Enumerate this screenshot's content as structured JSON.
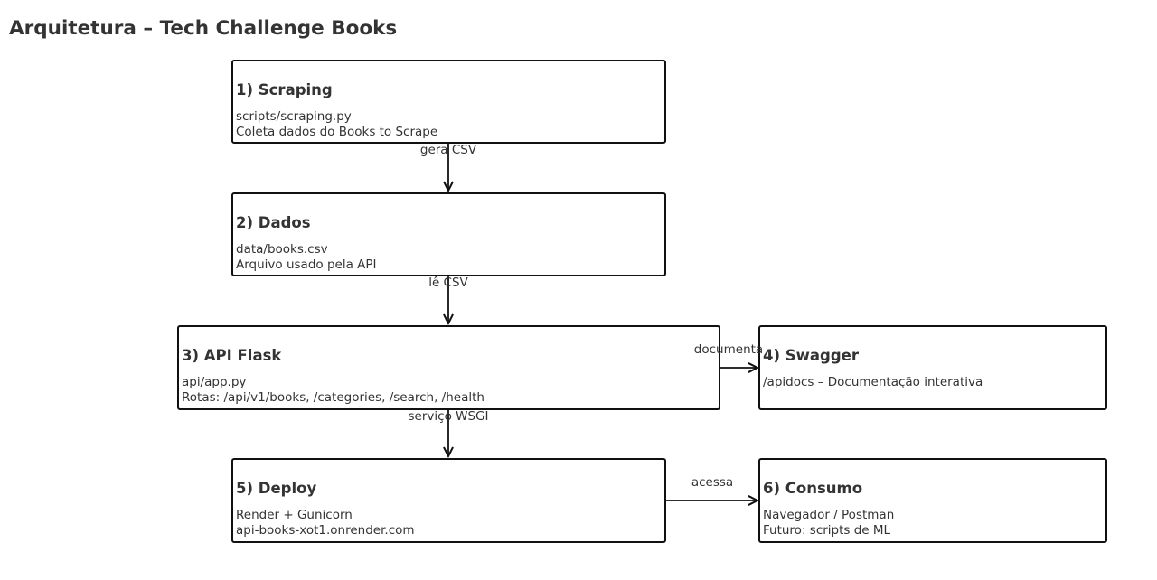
{
  "title": "Arquitetura – Tech Challenge Books",
  "nodes": {
    "scraping": {
      "heading": "1) Scraping",
      "lines": [
        "scripts/scraping.py",
        "Coleta dados do Books to Scrape"
      ]
    },
    "dados": {
      "heading": "2) Dados",
      "lines": [
        "data/books.csv",
        "Arquivo usado pela API"
      ]
    },
    "api": {
      "heading": "3) API Flask",
      "lines": [
        "api/app.py",
        "Rotas: /api/v1/books, /categories, /search, /health"
      ]
    },
    "swagger": {
      "heading": "4) Swagger",
      "lines": [
        "/apidocs – Documentação interativa"
      ]
    },
    "deploy": {
      "heading": "5) Deploy",
      "lines": [
        "Render + Gunicorn",
        "api-books-xot1.onrender.com"
      ]
    },
    "consumo": {
      "heading": "6) Consumo",
      "lines": [
        "Navegador / Postman",
        "Futuro: scripts de ML"
      ]
    }
  },
  "edges": {
    "scraping_dados": "gera CSV",
    "dados_api": "lê CSV",
    "api_swagger": "documenta",
    "api_deploy": "serviço WSGI",
    "deploy_consumo": "acessa"
  }
}
